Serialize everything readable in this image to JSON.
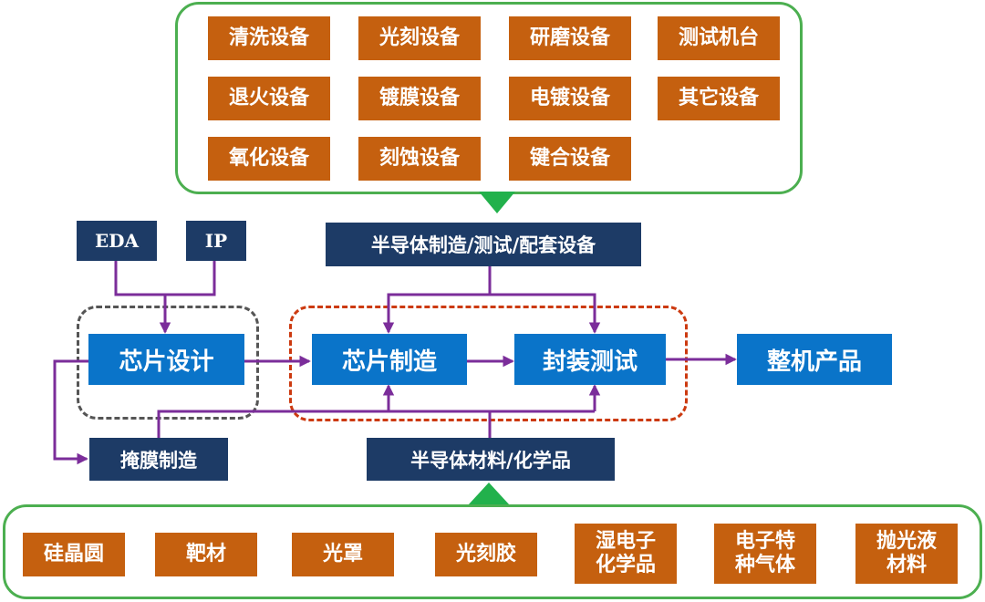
{
  "colors": {
    "equipment_box": "#c5600f",
    "navy_box": "#1d3b66",
    "process_box": "#0a74c9",
    "group_border": "#4caf50",
    "arrow": "#7b2d9a"
  },
  "equipment": [
    "清洗设备",
    "光刻设备",
    "研磨设备",
    "测试机台",
    "退火设备",
    "镀膜设备",
    "电镀设备",
    "其它设备",
    "氧化设备",
    "刻蚀设备",
    "键合设备"
  ],
  "materials": [
    "硅晶圆",
    "靶材",
    "光罩",
    "光刻胶",
    "湿电子化学品",
    "电子特种气体",
    "抛光液材料"
  ],
  "nodes": {
    "eda": "EDA",
    "ip": "IP",
    "equipment_supply": "半导体制造/测试/配套设备",
    "design": "芯片设计",
    "manufacture": "芯片制造",
    "packaging": "封装测试",
    "product": "整机产品",
    "mask": "掩膜制造",
    "materials_supply": "半导体材料/化学品"
  }
}
